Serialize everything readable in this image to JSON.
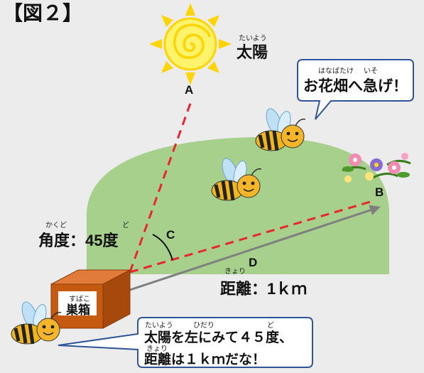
{
  "figure_title": "【図２】",
  "sun": {
    "furigana": "たいよう",
    "label": "太陽"
  },
  "points": {
    "a": "A",
    "b": "B",
    "c": "C",
    "d": "D"
  },
  "angle": {
    "furigana_kaku": "かくど",
    "furigana_do": "ど",
    "label": "角度：45度"
  },
  "distance": {
    "furigana": "きょり",
    "label": "距離：1ｋｍ"
  },
  "hive": {
    "furigana": "すばこ",
    "label": "巣箱"
  },
  "bubble_top": {
    "furigana_hanabatake": "はなばたけ",
    "furigana_iso": "いそ",
    "text": "お花畑へ急げ！"
  },
  "bubble_bottom": {
    "furigana_taiyou": "たいよう",
    "furigana_hidari": "ひだり",
    "furigana_do": "ど",
    "line1": "太陽を左にみて４５度、",
    "furigana_kyori": "きょり",
    "line2": "距離は１ｋｍだな！"
  },
  "colors": {
    "background": "#ececec",
    "hill": "#a8d08d",
    "dashed": "#e8262b",
    "arrow": "#7f7f7f",
    "sun": "#ffe100",
    "hive": "#c55a11",
    "bubble_border": "#2f5597"
  },
  "icons": [
    "sun-icon",
    "bee-icon",
    "flower-cluster-icon",
    "hive-box-icon"
  ]
}
